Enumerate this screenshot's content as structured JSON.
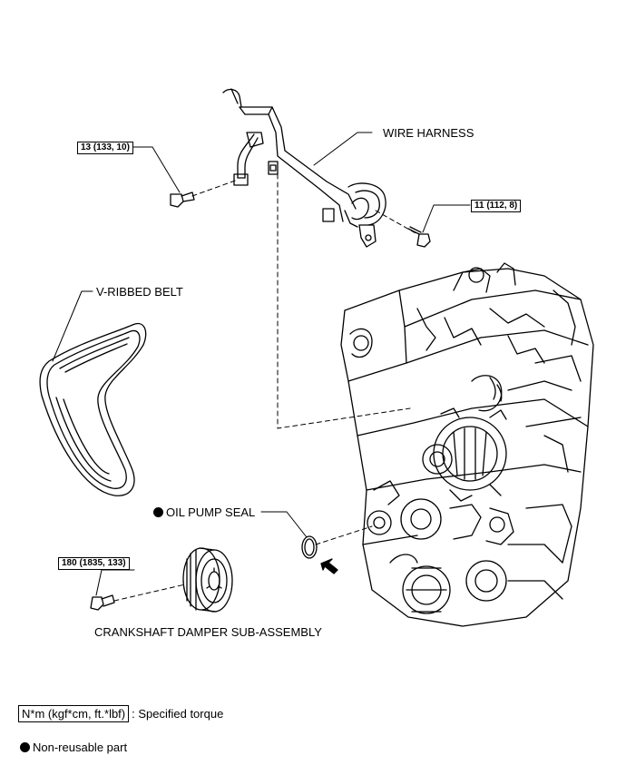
{
  "labels": {
    "wire_harness": "WIRE HARNESS",
    "v_ribbed_belt": "V-RIBBED BELT",
    "oil_pump_seal": "OIL PUMP SEAL",
    "crankshaft_damper": "CRANKSHAFT DAMPER SUB-ASSEMBLY"
  },
  "torques": {
    "harness_bolt_left": "13 (133, 10)",
    "harness_bolt_right": "11 (112, 8)",
    "damper_bolt": "180 (1835, 133)"
  },
  "legend": {
    "torque_symbol": "N*m (kgf*cm, ft.*lbf)",
    "torque_text": ": Specified torque",
    "nonreusable_text": "Non-reusable part"
  }
}
